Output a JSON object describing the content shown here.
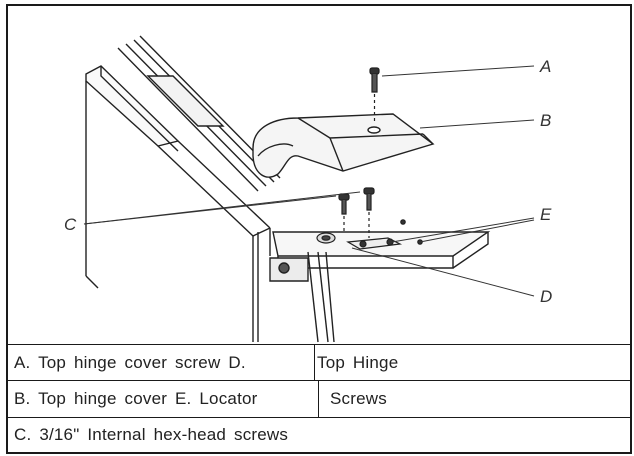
{
  "callouts": {
    "a": "A",
    "b": "B",
    "c": "C",
    "d": "D",
    "e": "E"
  },
  "legend": {
    "row1_left": "A. Top hinge cover screw D.",
    "row1_right": "Top Hinge",
    "row2_left": "B. Top hinge cover E. Locator",
    "row2_right": "Screws",
    "row3": "C. 3/16\" Internal hex-head screws"
  }
}
